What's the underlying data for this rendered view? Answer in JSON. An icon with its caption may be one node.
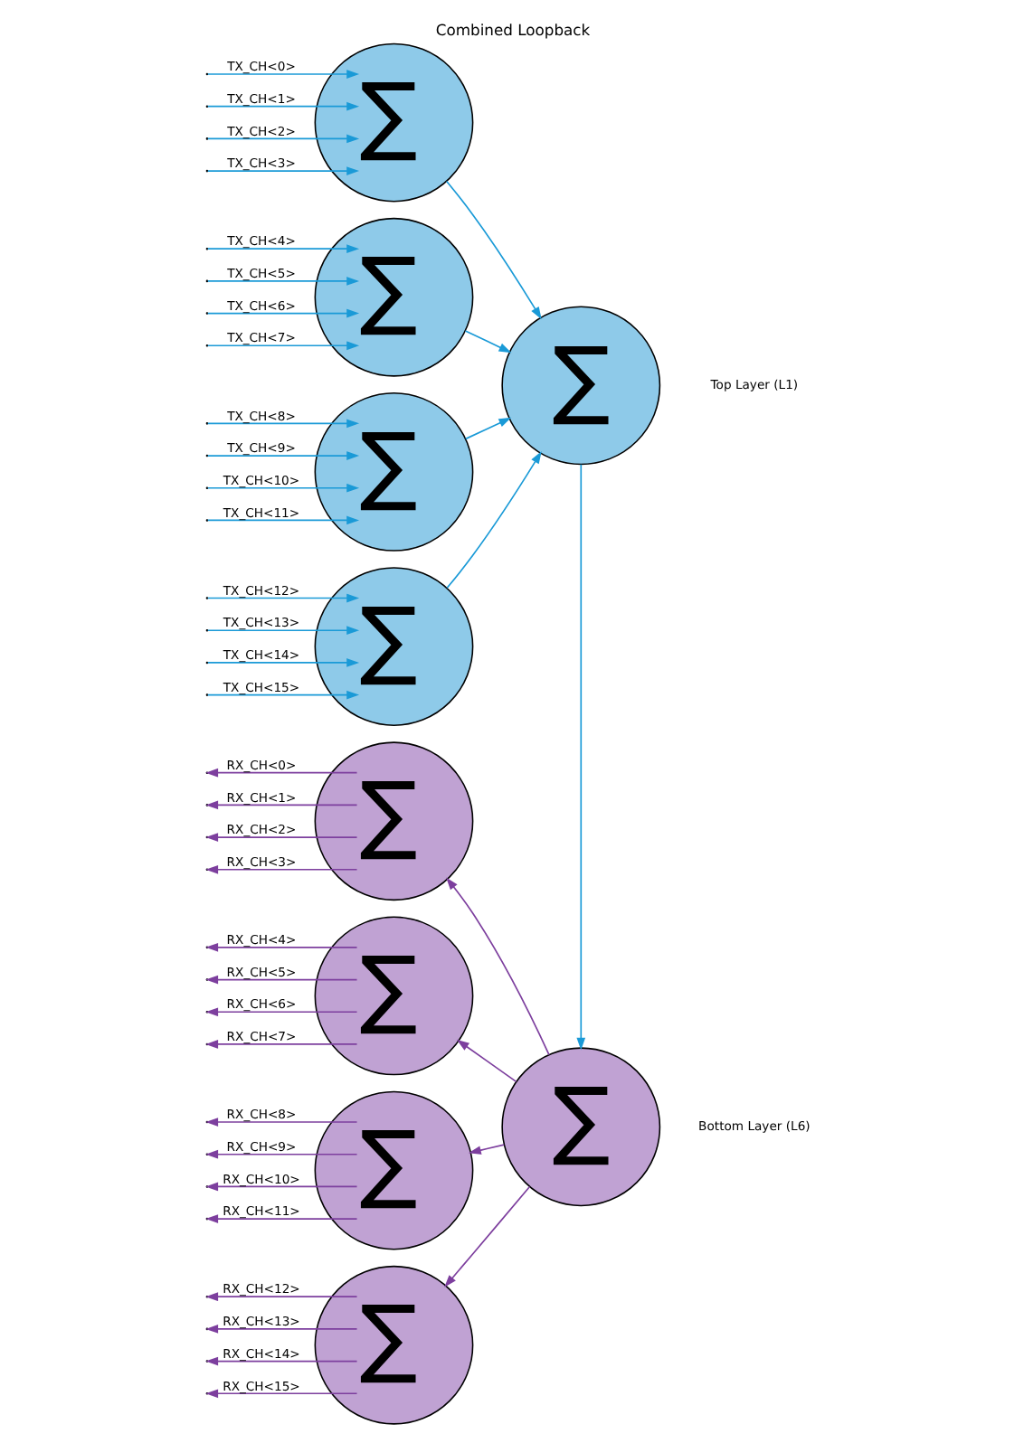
{
  "diagram": {
    "title": "Combined Loopback",
    "nodes": [
      {
        "text": [
          "∑"
        ]
      },
      {
        "text": [
          "∑"
        ]
      },
      {
        "text": [
          "∑"
        ]
      },
      {
        "text": [
          "∑"
        ]
      },
      {
        "text": [
          "∑"
        ]
      },
      {
        "text": [
          "∑"
        ]
      },
      {
        "text": [
          "∑"
        ]
      },
      {
        "text": [
          "∑"
        ]
      },
      {
        "text": [
          "∑"
        ]
      },
      {
        "text": [
          "∑"
        ]
      }
    ],
    "edges": [
      {
        "from": null,
        "to": 0,
        "arrow": "to",
        "label": "TX_CH<0>"
      },
      {
        "from": null,
        "to": 0,
        "arrow": "to",
        "label": "TX_CH<1>"
      },
      {
        "from": null,
        "to": 0,
        "arrow": "to",
        "label": "TX_CH<2>"
      },
      {
        "from": null,
        "to": 0,
        "arrow": "to",
        "label": "TX_CH<3>"
      },
      {
        "from": null,
        "to": 1,
        "arrow": "to",
        "label": "TX_CH<4>"
      },
      {
        "from": null,
        "to": 1,
        "arrow": "to",
        "label": "TX_CH<5>"
      },
      {
        "from": null,
        "to": 1,
        "arrow": "to",
        "label": "TX_CH<6>"
      },
      {
        "from": null,
        "to": 1,
        "arrow": "to",
        "label": "TX_CH<7>"
      },
      {
        "from": null,
        "to": 2,
        "arrow": "to",
        "label": "TX_CH<8>"
      },
      {
        "from": null,
        "to": 2,
        "arrow": "to",
        "label": "TX_CH<9>"
      },
      {
        "from": null,
        "to": 2,
        "arrow": "to",
        "label": "TX_CH<10>"
      },
      {
        "from": null,
        "to": 2,
        "arrow": "to",
        "label": "TX_CH<11>"
      },
      {
        "from": null,
        "to": 3,
        "arrow": "to",
        "label": "TX_CH<12>"
      },
      {
        "from": null,
        "to": 3,
        "arrow": "to",
        "label": "TX_CH<13>"
      },
      {
        "from": null,
        "to": 3,
        "arrow": "to",
        "label": "TX_CH<14>"
      },
      {
        "from": null,
        "to": 3,
        "arrow": "to",
        "label": "TX_CH<15>"
      },
      {
        "from": 0,
        "to": 4,
        "arrow": "to"
      },
      {
        "from": 1,
        "to": 4,
        "arrow": "to"
      },
      {
        "from": 2,
        "to": 4,
        "arrow": "to"
      },
      {
        "from": 3,
        "to": 4,
        "arrow": "to"
      },
      {
        "from": 4,
        "to": 5,
        "arrow": "to"
      },
      {
        "from": 5,
        "to": 6,
        "arrow": "to",
        "color": "#7d3f9e"
      },
      {
        "from": 5,
        "to": 7,
        "arrow": "to",
        "color": "#7d3f9e"
      },
      {
        "from": 5,
        "to": 8,
        "arrow": "to",
        "color": "#7d3f9e"
      },
      {
        "from": 5,
        "to": 9,
        "arrow": "to",
        "color": "#7d3f9e"
      },
      {
        "from": 6,
        "to": null,
        "arrow": "to",
        "label": "RX_CH<0>",
        "color": "#7d3f9e"
      },
      {
        "from": 6,
        "to": null,
        "arrow": "to",
        "label": "RX_CH<1>",
        "color": "#7d3f9e"
      },
      {
        "from": 6,
        "to": null,
        "arrow": "to",
        "label": "RX_CH<2>",
        "color": "#7d3f9e"
      },
      {
        "from": 6,
        "to": null,
        "arrow": "to",
        "label": "RX_CH<3>",
        "color": "#7d3f9e"
      },
      {
        "from": 7,
        "to": null,
        "arrow": "to",
        "label": "RX_CH<4>",
        "color": "#7d3f9e"
      },
      {
        "from": 7,
        "to": null,
        "arrow": "to",
        "label": "RX_CH<5>",
        "color": "#7d3f9e"
      },
      {
        "from": 7,
        "to": null,
        "arrow": "to",
        "label": "RX_CH<6>",
        "color": "#7d3f9e"
      },
      {
        "from": 7,
        "to": null,
        "arrow": "to",
        "label": "RX_CH<7>",
        "color": "#7d3f9e"
      },
      {
        "from": 8,
        "to": null,
        "arrow": "to",
        "label": "RX_CH<8>",
        "color": "#7d3f9e"
      },
      {
        "from": 8,
        "to": null,
        "arrow": "to",
        "label": "RX_CH<9>",
        "color": "#7d3f9e"
      },
      {
        "from": 8,
        "to": null,
        "arrow": "to",
        "label": "RX_CH<10>",
        "color": "#7d3f9e"
      },
      {
        "from": 8,
        "to": null,
        "arrow": "to",
        "label": "RX_CH<11>",
        "color": "#7d3f9e"
      },
      {
        "from": 9,
        "to": null,
        "arrow": "to",
        "label": "RX_CH<12>",
        "color": "#7d3f9e"
      },
      {
        "from": 9,
        "to": null,
        "arrow": "to",
        "label": "RX_CH<13>",
        "color": "#7d3f9e"
      },
      {
        "from": 9,
        "to": null,
        "arrow": "to",
        "label": "RX_CH<14>",
        "color": "#7d3f9e"
      },
      {
        "from": 9,
        "to": null,
        "arrow": "to",
        "label": "RX_CH<15>",
        "color": "#7d3f9e"
      }
    ],
    "labels": [
      "Top Layer (L1)",
      "Bottom Layer (L6)"
    ]
  }
}
